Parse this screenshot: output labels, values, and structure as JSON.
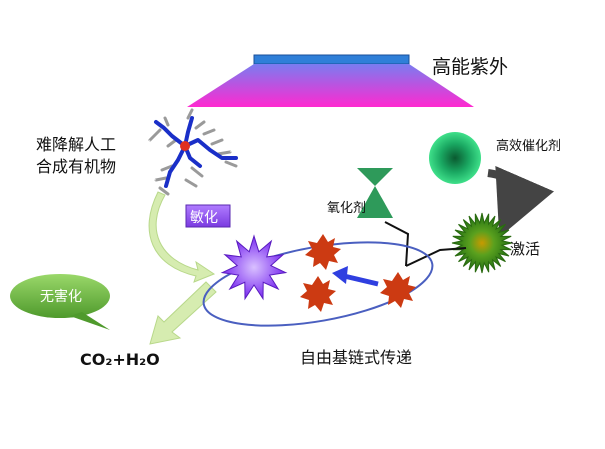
{
  "labels": {
    "uv_light": "高能紫外",
    "pollutant_line1": "难降解人工",
    "pollutant_line2": "合成有机物",
    "catalyst": "高效催化剂",
    "oxidant": "氧化剂",
    "activation": "激活",
    "sensitization": "敏化",
    "chain_transfer": "自由基链式传递",
    "harmless": "无害化",
    "product_co2": "CO₂",
    "product_plus": "+",
    "product_h2o": "H₂O"
  },
  "colors": {
    "lamp_bar": "#2f7fd8",
    "light_beam_top": "#7a7cf0",
    "light_beam_bottom": "#ff29d0",
    "catalyst_sphere": "#1fbf73",
    "oxidant": "#2e9a5a",
    "activated_catalyst": "#3a9a1e",
    "radical": "#cc3a12",
    "sensitized_molecule": "#8b3bff",
    "ellipse_outline": "#4a5fc0",
    "chain_arrow": "#2f3fe0",
    "harmless_bubble": "#5fb13a",
    "sensitization_box": "#8b4df0",
    "flow_arrow": "#d6ecb0"
  },
  "icons": [
    "uv-lamp-icon",
    "pollutant-molecule-icon",
    "catalyst-sphere-icon",
    "oxidant-bowtie-icon",
    "activated-catalyst-icon",
    "sensitized-molecule-icon",
    "radical-icon"
  ]
}
